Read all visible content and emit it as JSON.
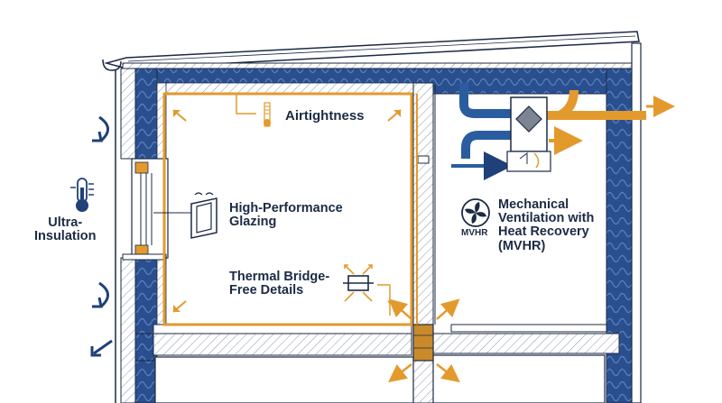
{
  "features": {
    "airtightness": {
      "line1": "Airtightness",
      "icon": "zipper-icon"
    },
    "glazing": {
      "line1": "High-Performance",
      "line2": "Glazing",
      "icon": "window-icon"
    },
    "thermal_bridge": {
      "line1": "Thermal Bridge-",
      "line2": "Free Details",
      "icon": "thermal-bridge-icon"
    },
    "mvhr": {
      "line1": "Mechanical",
      "line2": "Ventilation with",
      "line3": "Heat Recovery",
      "line4": "(MVHR)",
      "badge": "MVHR",
      "icon": "fan-icon"
    },
    "insulation": {
      "line1": "Ultra-",
      "line2": "Insulation",
      "icon": "thermometer-icon"
    }
  },
  "colors": {
    "navy": "#1f4078",
    "insulation_blue": "#2a4f8f",
    "orange": "#e39a2d",
    "light_blue": "#4e86c4",
    "outline": "#1c2a44"
  }
}
